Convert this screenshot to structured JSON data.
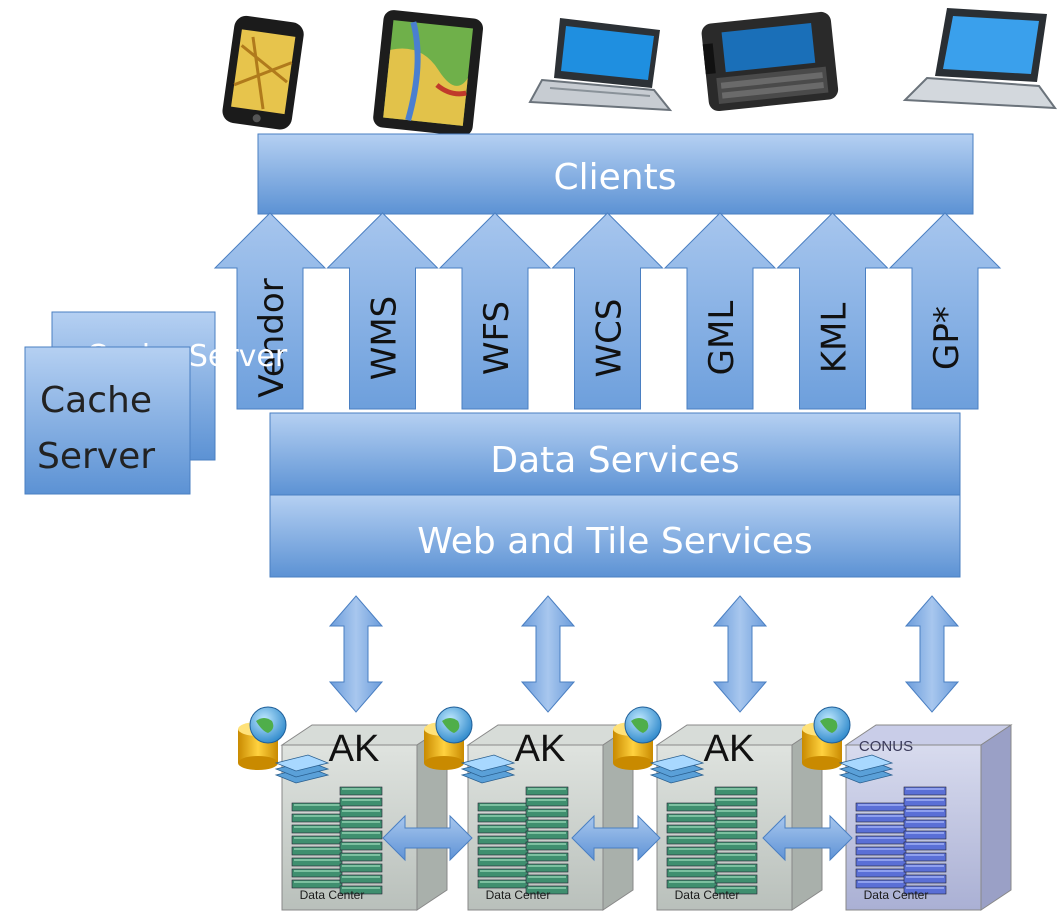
{
  "clients_bar": {
    "label": "Clients"
  },
  "protocols": [
    {
      "label": "Vendor"
    },
    {
      "label": "WMS"
    },
    {
      "label": "WFS"
    },
    {
      "label": "WCS"
    },
    {
      "label": "GML"
    },
    {
      "label": "KML"
    },
    {
      "label": "GP*"
    }
  ],
  "cache_server": {
    "back_label": "Cache Server",
    "label_line1": "Cache",
    "label_line2": "Server"
  },
  "services": {
    "data_label": "Data Services",
    "web_label": "Web and Tile Services"
  },
  "devices": [
    {
      "icon": "smartphone-map-icon"
    },
    {
      "icon": "tablet-map-icon"
    },
    {
      "icon": "netbook-icon"
    },
    {
      "icon": "slider-phone-icon"
    },
    {
      "icon": "laptop-icon"
    }
  ],
  "data_centers": [
    {
      "region": "AK",
      "caption": "Data Center",
      "variant": "green"
    },
    {
      "region": "AK",
      "caption": "Data Center",
      "variant": "green"
    },
    {
      "region": "AK",
      "caption": "Data Center",
      "variant": "green"
    },
    {
      "region": "CONUS",
      "caption": "Data Center",
      "variant": "blue"
    }
  ],
  "colors": {
    "bar_top": "#a9c8ef",
    "bar_bottom": "#5f95d6",
    "bar_edge": "#4a7fc2",
    "dc_green": "#3f8f6f",
    "dc_blue": "#5a6fd6"
  }
}
